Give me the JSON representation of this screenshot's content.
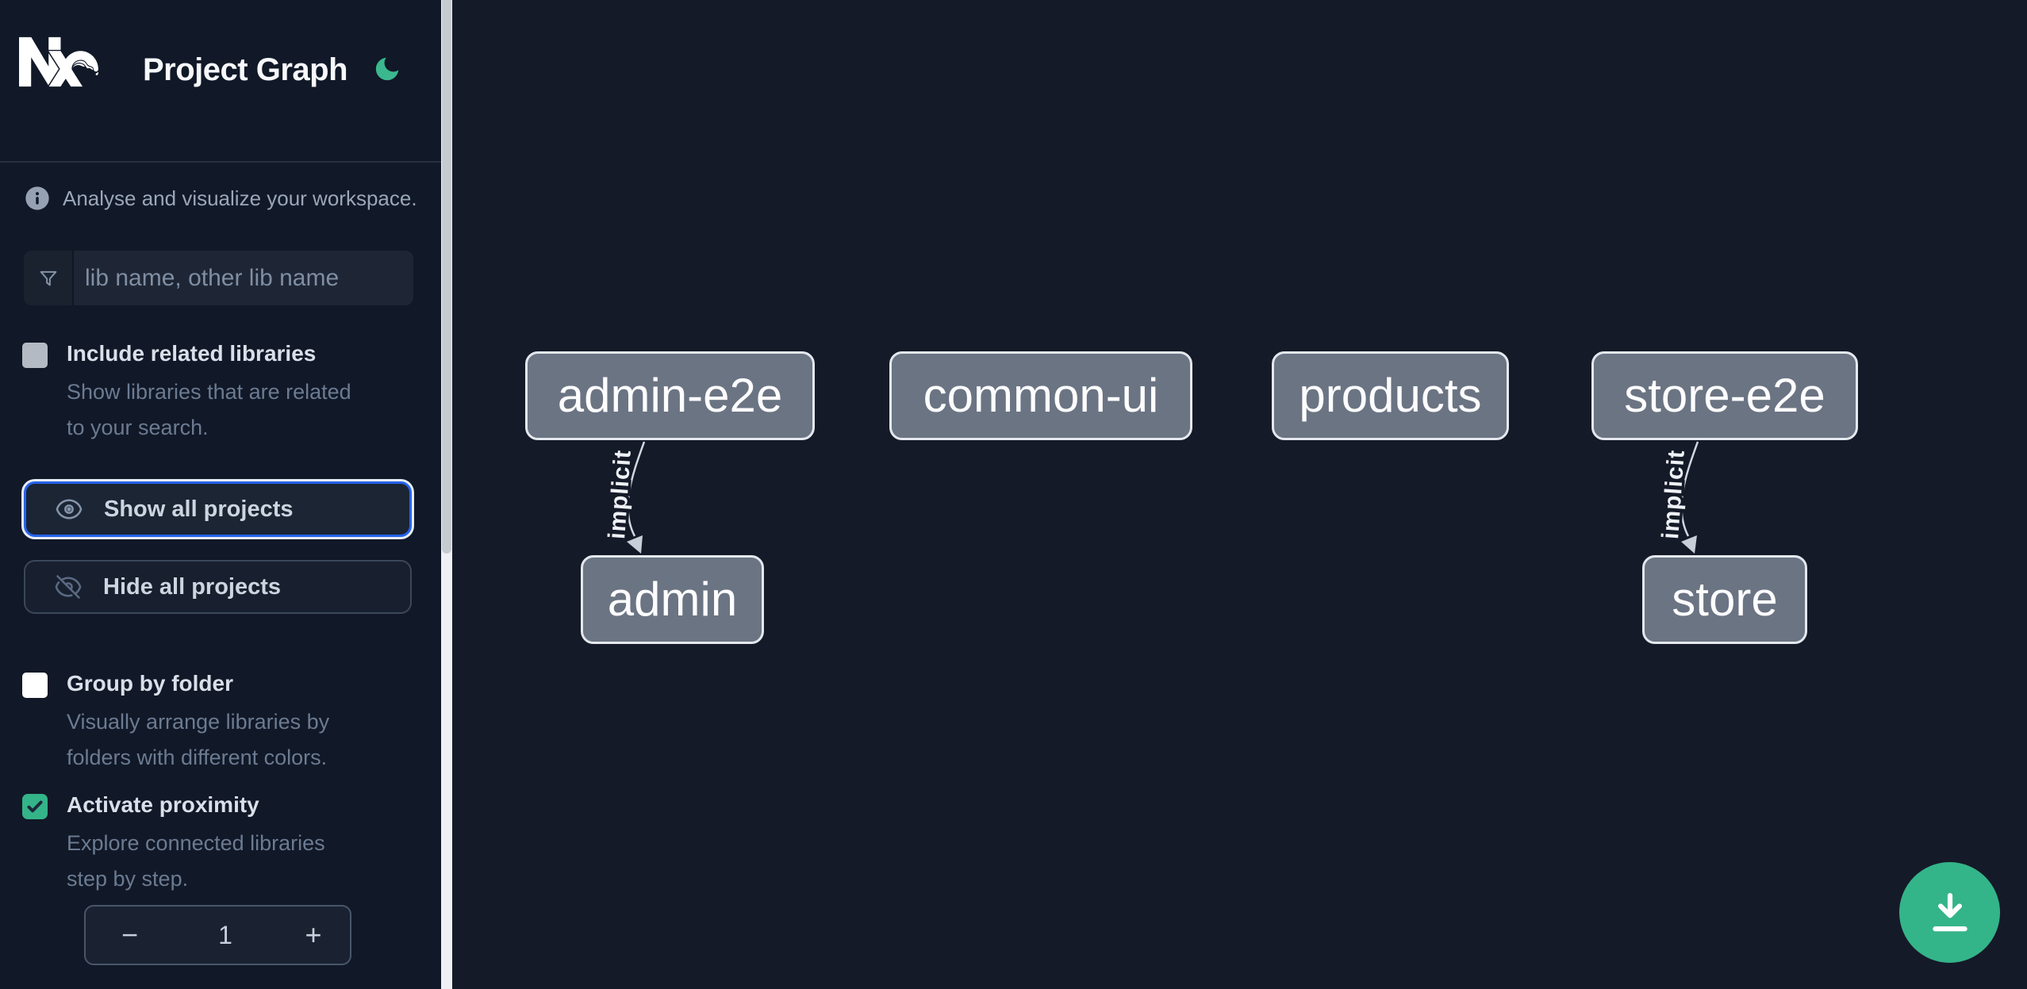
{
  "app": {
    "title": "Project Graph"
  },
  "sidebar": {
    "info_text": "Analyse and visualize your workspace.",
    "search": {
      "placeholder": "lib name, other lib name",
      "value": ""
    },
    "actions": [
      {
        "label": "Show all projects",
        "icon": "eye-icon",
        "focused": true
      },
      {
        "label": "Hide all projects",
        "icon": "eye-slash-icon",
        "focused": false
      }
    ],
    "toggles": [
      {
        "label": "Include related libraries",
        "description": "Show libraries that are related to your search.",
        "checked": false
      },
      {
        "label": "Group by folder",
        "description": "Visually arrange libraries by folders with different colors.",
        "checked": false
      },
      {
        "label": "Activate proximity",
        "description": "Explore connected libraries step by step.",
        "checked": true
      }
    ],
    "stepper": {
      "decrement_label": "−",
      "value": "1",
      "increment_label": "+"
    }
  },
  "graph": {
    "nodes": [
      {
        "label": "admin-e2e"
      },
      {
        "label": "common-ui"
      },
      {
        "label": "products"
      },
      {
        "label": "store-e2e"
      },
      {
        "label": "admin"
      },
      {
        "label": "store"
      }
    ],
    "edges": [
      {
        "source": "admin-e2e",
        "target": "admin",
        "label": "implicit"
      },
      {
        "source": "store-e2e",
        "target": "store",
        "label": "implicit"
      }
    ]
  },
  "fab": {
    "icon": "download-icon"
  },
  "colors": {
    "accent_green": "#34b489",
    "focus_blue": "#2563eb",
    "node_fill": "#6b7483",
    "sidebar_bg": "#111827",
    "canvas_bg": "#151a28"
  }
}
